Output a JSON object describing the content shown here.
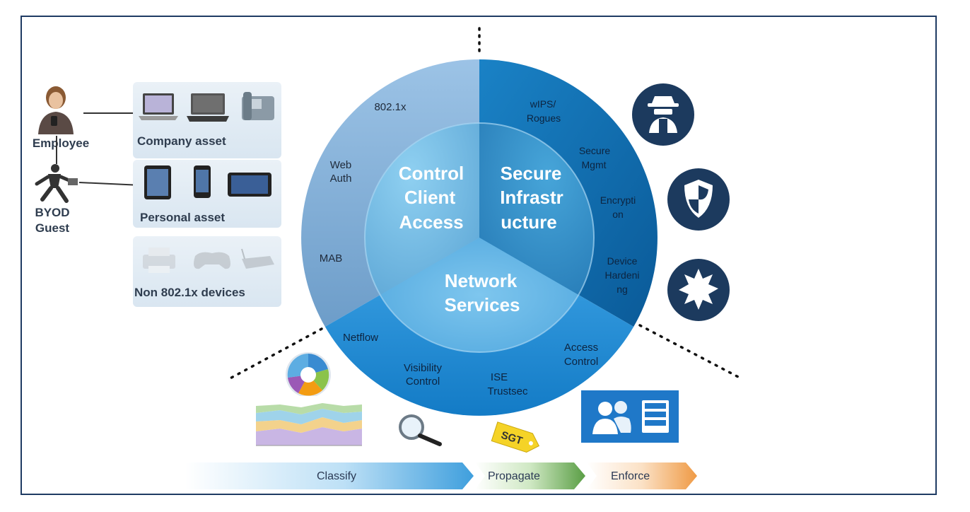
{
  "people": {
    "employee": "Employee",
    "byod_guest_line1": "BYOD",
    "byod_guest_line2": "Guest"
  },
  "asset_groups": [
    {
      "label": "Company asset",
      "devices": [
        "laptop-icon",
        "notebook-icon",
        "ip-phone-icon"
      ]
    },
    {
      "label": "Personal asset",
      "devices": [
        "tablet-icon",
        "smartphone-icon",
        "tablet-landscape-icon"
      ]
    },
    {
      "label": "Non 802.1x devices",
      "devices": [
        "printer-icon",
        "gamepad-icon",
        "router-icon"
      ]
    }
  ],
  "wheel": {
    "inner": {
      "control": [
        "Control",
        "Client",
        "Access"
      ],
      "secure": [
        "Secure",
        "Infrastr",
        "ucture"
      ],
      "network": [
        "Network",
        "Services"
      ]
    },
    "outer_control": {
      "dot1x": "802.1x",
      "webauth": [
        "Web",
        "Auth"
      ],
      "mab": "MAB"
    },
    "outer_secure": {
      "wips": [
        "wIPS/",
        "Rogues"
      ],
      "secure_mgmt": [
        "Secure",
        "Mgmt"
      ],
      "encryption": [
        "Encrypti",
        "on"
      ],
      "hardening": [
        "Device",
        "Hardeni",
        "ng"
      ]
    },
    "outer_network": {
      "netflow": "Netflow",
      "visibility": [
        "Visibility",
        "Control"
      ],
      "ise": [
        "ISE",
        "Trustsec"
      ],
      "access": [
        "Access",
        "Control"
      ]
    }
  },
  "side_icons": [
    "spy-icon",
    "shield-icon",
    "burst-icon"
  ],
  "bottom_icons": [
    "pie-chart-icon",
    "area-chart-icon",
    "magnifier-icon",
    "sgt-tag-icon",
    "users-server-icon"
  ],
  "sgt_tag": "SGT",
  "flow": {
    "classify": "Classify",
    "propagate": "Propagate",
    "enforce": "Enforce"
  },
  "colors": {
    "frame": "#1f3b63",
    "control_outer": "#86b1d9",
    "secure_outer": "#0f6fb4",
    "network_outer": "#2a8fd6",
    "icon_circle": "#1c3a5e",
    "classify_arrow": "#4aa3dc",
    "propagate_arrow": "#6aa84f",
    "enforce_arrow": "#f0a050",
    "sgt_tag": "#f5d327"
  }
}
